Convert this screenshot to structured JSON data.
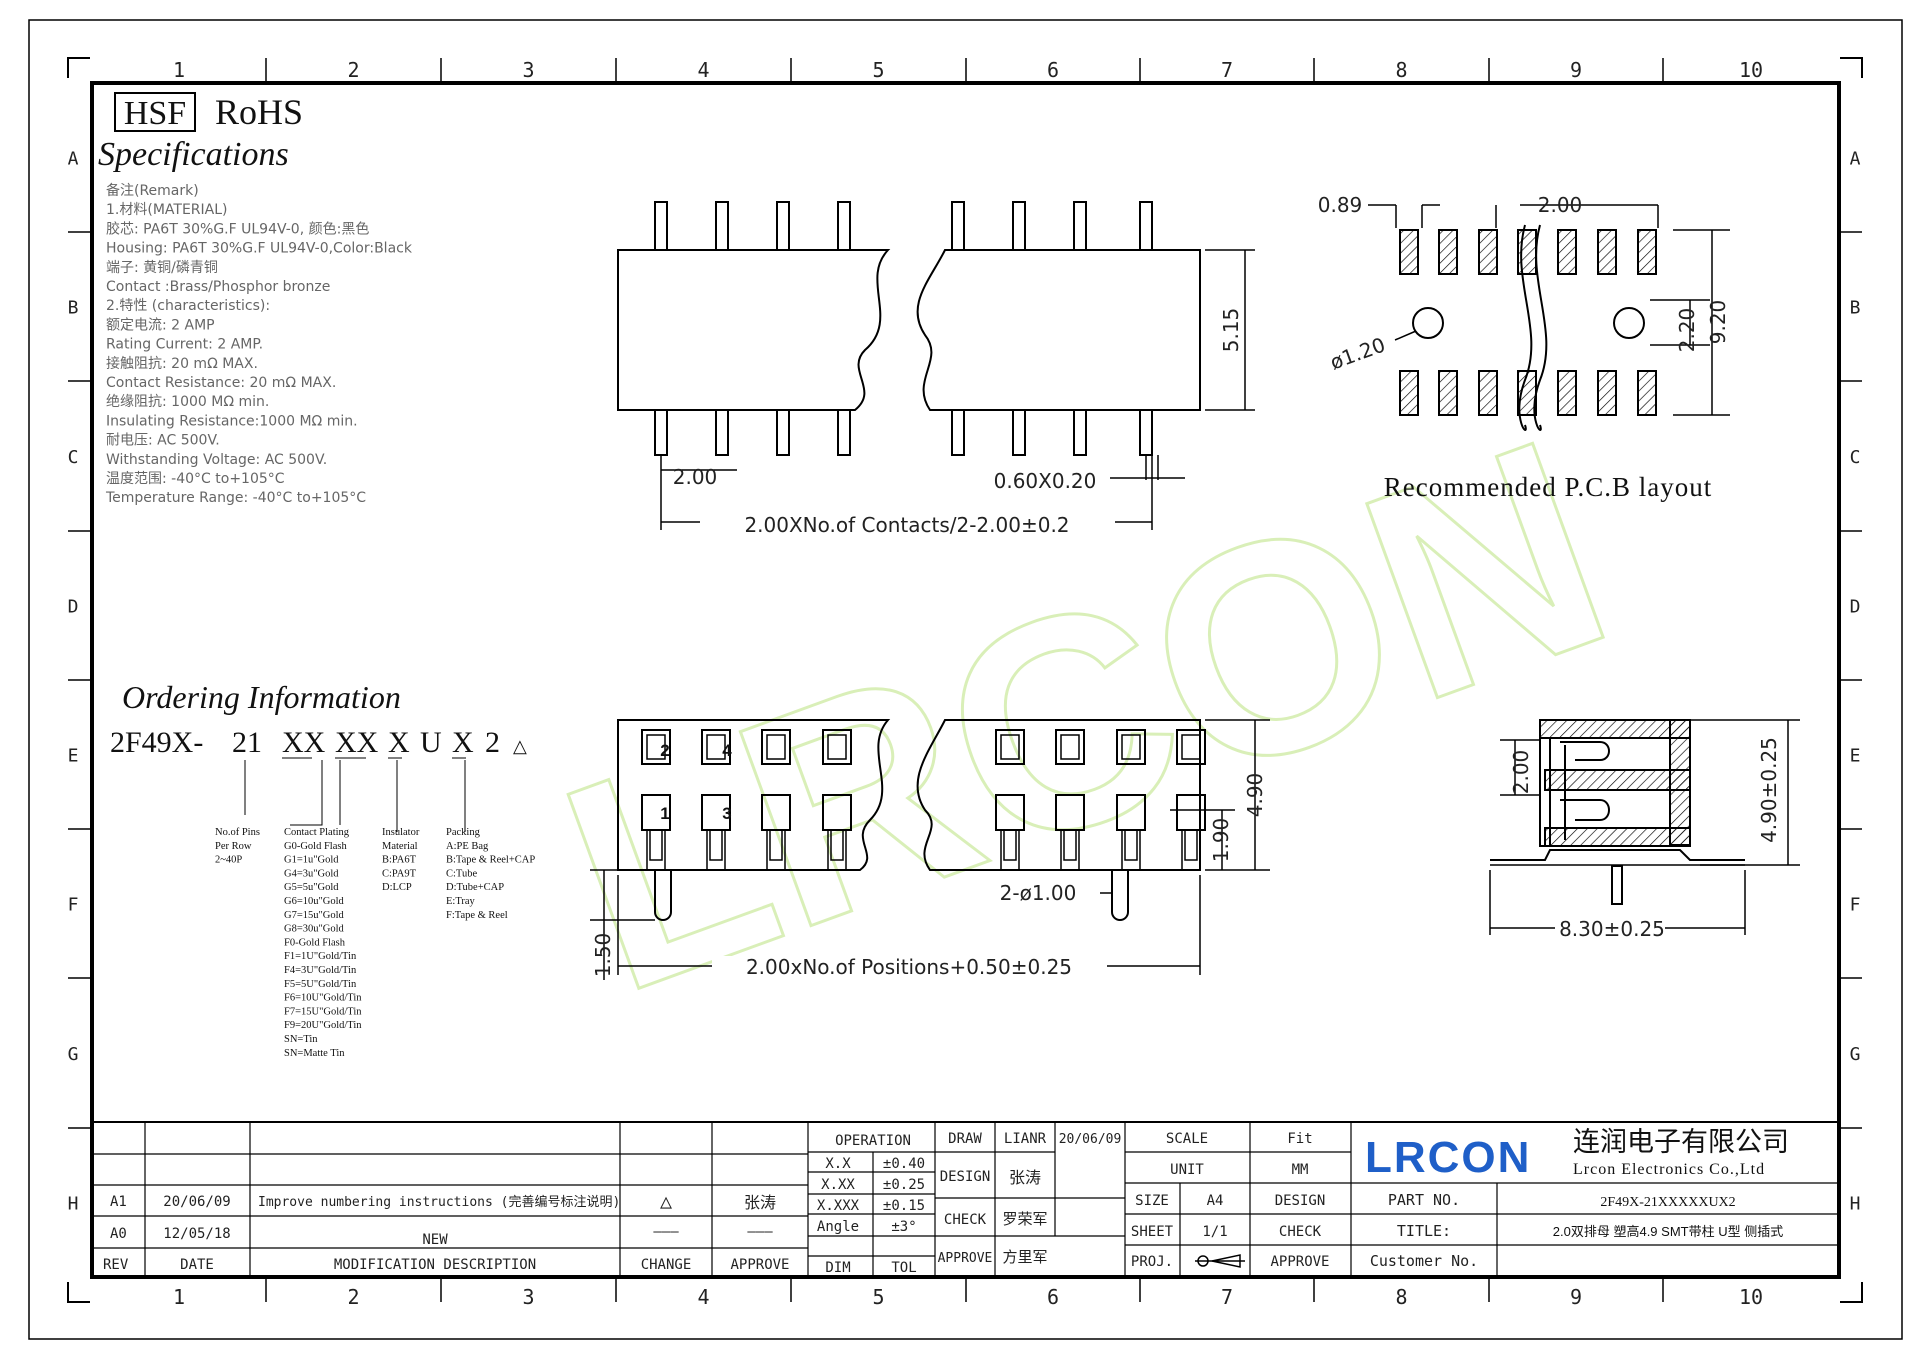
{
  "zones_top": [
    "1",
    "2",
    "3",
    "4",
    "5",
    "6",
    "7",
    "8",
    "9",
    "10"
  ],
  "zones_side": [
    "A",
    "B",
    "C",
    "D",
    "E",
    "F",
    "G",
    "H"
  ],
  "badges": {
    "hsf": "HSF",
    "rohs": "RoHS"
  },
  "spec_title": "Specifications",
  "spec_lines": [
    "备注(Remark)",
    "1.材料(MATERIAL)",
    "胶芯: PA6T 30%G.F UL94V-0, 颜色:黑色",
    "Housing: PA6T 30%G.F UL94V-0,Color:Black",
    "端子: 黄铜/磷青铜",
    "Contact :Brass/Phosphor bronze",
    "2.特性 (characteristics):",
    "额定电流: 2 AMP",
    "Rating Current: 2 AMP.",
    "接触阻抗: 20 mΩ MAX.",
    "Contact Resistance: 20 mΩ MAX.",
    "绝缘阻抗: 1000 MΩ min.",
    "Insulating Resistance:1000 MΩ  min.",
    "耐电压: AC 500V.",
    "Withstanding Voltage: AC 500V.",
    "温度范围: -40°C to+105°C",
    "Temperature Range: -40°C to+105°C"
  ],
  "ordering": {
    "title": "Ordering Information",
    "code": [
      "2F49X-",
      "21",
      "XX",
      "XX",
      "X",
      "U",
      "X",
      "2"
    ],
    "pins": [
      "No.of Pins",
      "Per Row",
      "2~40P"
    ],
    "plating": [
      "Contact Plating",
      "G0-Gold Flash",
      "G1=1u\"Gold",
      "G4=3u\"Gold",
      "G5=5u\"Gold",
      "G6=10u\"Gold",
      "G7=15u\"Gold",
      "G8=30u\"Gold",
      "F0-Gold Flash",
      "F1=1U\"Gold/Tin",
      "F4=3U\"Gold/Tin",
      "F5=5U\"Gold/Tin",
      "F6=10U\"Gold/Tin",
      "F7=15U\"Gold/Tin",
      "F9=20U\"Gold/Tin",
      "SN=Tin",
      "SN=Matte Tin"
    ],
    "insulator": [
      "Insulator",
      "Material",
      "B:PA6T",
      "C:PA9T",
      "D:LCP"
    ],
    "packing": [
      "Packing",
      "A:PE Bag",
      "B:Tape & Reel+CAP",
      "C:Tube",
      "D:Tube+CAP",
      "E:Tray",
      "F:Tape & Reel"
    ]
  },
  "dims": {
    "top_height": "5.15",
    "top_pitch": "2.00",
    "top_pin": "0.60X0.20",
    "top_length": "2.00XNo.of Contacts/2-2.00±0.2",
    "pcb_089": "0.89",
    "pcb_200": "2.00",
    "pcb_hole": "ø1.20",
    "pcb_220": "2.20",
    "pcb_920": "9.20",
    "pcb_caption": "Recommended P.C.B layout",
    "front_490": "4.90",
    "front_190": "1.90",
    "front_peg": "2-ø1.00",
    "front_150": "1.50",
    "front_length": "2.00xNo.of Positions+0.50±0.25",
    "side_200": "2.00",
    "side_490": "4.90±0.25",
    "side_830": "8.30±0.25"
  },
  "pin_numbers": [
    "2",
    "4",
    "1",
    "3"
  ],
  "watermark": "LRCON",
  "revision": {
    "rows": [
      {
        "rev": "A1",
        "date": "20/06/09",
        "desc": "Improve numbering instructions (完善编号标注说明)",
        "change": "△",
        "approve": "张涛"
      },
      {
        "rev": "A0",
        "date": "12/05/18",
        "desc": "NEW",
        "change": "———",
        "approve": "———"
      }
    ],
    "headers": {
      "rev": "REV",
      "date": "DATE",
      "desc": "MODIFICATION DESCRIPTION",
      "change": "CHANGE",
      "approve": "APPROVE"
    }
  },
  "tolerance": {
    "operation": "OPERATION",
    "rows": [
      [
        "X.X",
        "±0.40"
      ],
      [
        "X.XX",
        "±0.25"
      ],
      [
        "X.XXX",
        "±0.15"
      ],
      [
        "Angle",
        "±3°"
      ]
    ],
    "dim": "DIM",
    "tol": "TOL"
  },
  "signoff": {
    "draw": "DRAW",
    "draw_name": "LIANR",
    "draw_date": "20/06/09",
    "design": "DESIGN",
    "design_name": "张涛",
    "check": "CHECK",
    "check_name": "罗荣军",
    "approve": "APPROVE",
    "approve_name": "方里军"
  },
  "info": {
    "scale": "SCALE",
    "scale_val": "Fit",
    "unit": "UNIT",
    "unit_val": "MM",
    "size": "SIZE",
    "size_val": "A4",
    "design": "DESIGN",
    "sheet": "SHEET",
    "sheet_val": "1/1",
    "check": "CHECK",
    "proj": "PROJ.",
    "approve": "APPROVE"
  },
  "company": {
    "logo": "LRCON",
    "name_cn": "连润电子有限公司",
    "name_en": "Lrcon Electronics Co.,Ltd"
  },
  "part": {
    "part_label": "PART NO.",
    "part_no": "2F49X-21XXXXXUX2",
    "title_label": "TITLE:",
    "title": "2.0双排母 塑高4.9  SMT带柱 U型 侧插式",
    "customer_label": "Customer No."
  },
  "colors": {
    "logo_blue": "#1f5fc8",
    "watermark": "#d9efb8",
    "ink": "#000000"
  }
}
